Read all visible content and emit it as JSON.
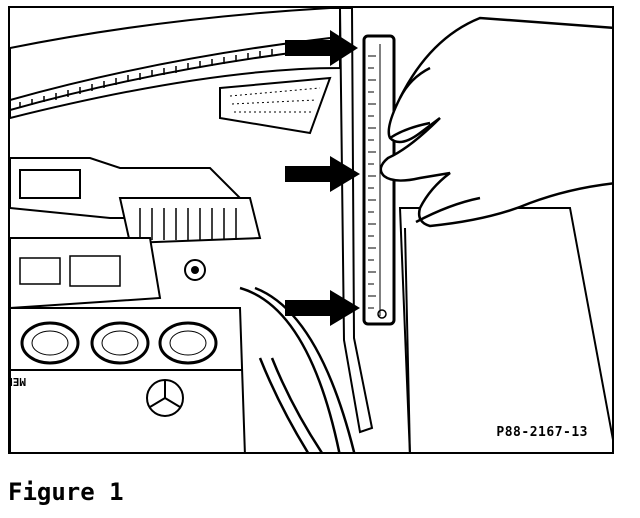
{
  "figure": {
    "part_code": "P88-2167-13",
    "caption": "Figure 1",
    "illustration": {
      "embedded_text_reversed": "MERCEDES-BENZ",
      "arrows": 3,
      "icon": "engine-bay-ruler-measurement"
    }
  }
}
